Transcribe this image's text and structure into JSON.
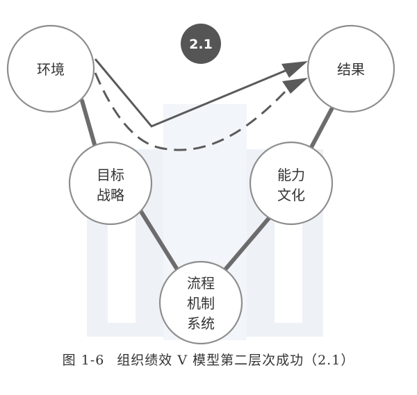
{
  "badge": {
    "label": "2.1",
    "color": "#555555"
  },
  "nodes": {
    "environment": {
      "lines": [
        "环境"
      ]
    },
    "result": {
      "lines": [
        "结果"
      ]
    },
    "goal_strategy": {
      "lines": [
        "目标",
        "战略"
      ]
    },
    "capability_culture": {
      "lines": [
        "能力",
        "文化"
      ]
    },
    "process_system": {
      "lines": [
        "流程",
        "机制",
        "系统"
      ]
    }
  },
  "caption": {
    "figure_number": "图 1-6",
    "title": "组织绩效 V 模型第二层次成功（2.1）"
  },
  "colors": {
    "watermark": "#eef2f7",
    "connector": "#6c6c6c",
    "circle_stroke": "#8d8d8d"
  }
}
